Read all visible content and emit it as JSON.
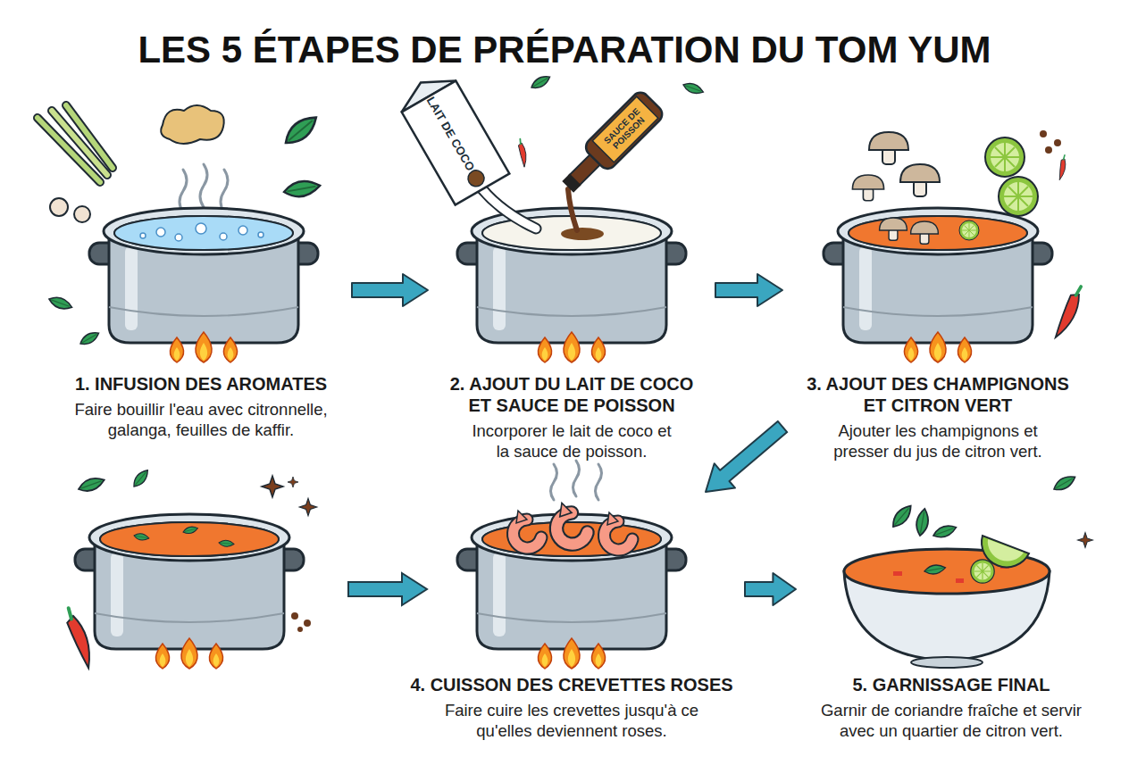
{
  "diagram": {
    "title": "LES 5 ÉTAPES DE PRÉPARATION DU TOM YUM",
    "nodes": [
      {
        "text": [
          "1. INFUSION DES AROMATES",
          "Faire bouillir l'eau avec citronnelle, galanga, feuilles de kaffir."
        ]
      },
      {
        "text": [
          "2. AJOUT DU LAIT DE COCO ET SAUCE DE POISSON",
          "Incorporer le lait de coco et la sauce de poisson."
        ]
      },
      {
        "text": [
          "3. AJOUT DES CHAMPIGNONS ET CITRON VERT",
          "Ajouter les champignons et presser du jus de citron vert."
        ]
      },
      {
        "text": [
          "4. CUISSON DES CREVETTES ROSES",
          "Faire cuire les crevettes jusqu'à ce qu'elles deviennent roses."
        ]
      },
      {
        "text": [
          "5. GARNISSAGE FINAL",
          "Garnir de coriandre fraîche et servir avec un quartier de citron vert."
        ]
      }
    ],
    "edges": [
      {
        "from": 0,
        "to": 1,
        "arrow": "to"
      },
      {
        "from": 1,
        "to": 2,
        "arrow": "to"
      },
      {
        "from": 2,
        "to": 3,
        "arrow": "to"
      },
      {
        "from": 3,
        "to": 4,
        "arrow": "to"
      }
    ],
    "labels": [
      "LAIT DE COCO",
      "SAUCE DE POISSON"
    ]
  }
}
